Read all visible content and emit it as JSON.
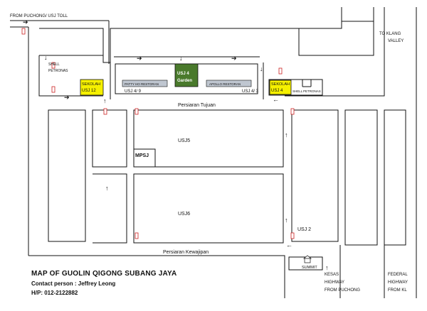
{
  "map": {
    "roads": {
      "top_entry": "FROM PUCHONG/ USJ TOLL",
      "to_klang": "TO KLANG",
      "valley": "VALLEY",
      "persiaran_tujuan": "Persiaran Tujuan",
      "persiaran_kewajipan": "Persiaran Kewajipan",
      "kesas": "KESAS",
      "highway_left": "HIGHWAY",
      "from_puchong": "FROM PUCHONG",
      "federal": "FEDERAL",
      "highway_right": "HIGHWAY",
      "from_kl": "FROM KL"
    },
    "places": {
      "shell_left": "SHELL",
      "petronas_left": "PETRONAS",
      "sekolah_left_1": "SEKOLAH",
      "sekolah_left_2": "USJ 12",
      "patty_ho": "PATTY HO RESTORAN",
      "usj4_garden_1": "USJ 4",
      "usj4_garden_2": "Garden",
      "apollo": "APOLLO RESTORAN",
      "usj49": "USJ 4/ 9",
      "usj43": "USJ 4/ 3",
      "sekolah_right_1": "SEKOLAH",
      "sekolah_right_2": "USJ 4",
      "shell_right": "SHELL",
      "petronas_right": "PETRONAS",
      "usj5": "USJ5",
      "mpsj": "MPSJ",
      "usj6": "USJ6",
      "usj2": "USJ 2",
      "summit": "SUMMIT"
    }
  },
  "legend": {
    "title": "MAP OF GUOLIN QIGONG SUBANG JAYA",
    "contact": "Contact person : Jeffrey Leong",
    "phone": "H/P: 012-2122882"
  },
  "colors": {
    "sekolah_yellow": "#f5f000",
    "garden_green": "#4a7a2c",
    "restaurant_gray": "#bfc6d0",
    "traffic_light": "#cc2222"
  }
}
